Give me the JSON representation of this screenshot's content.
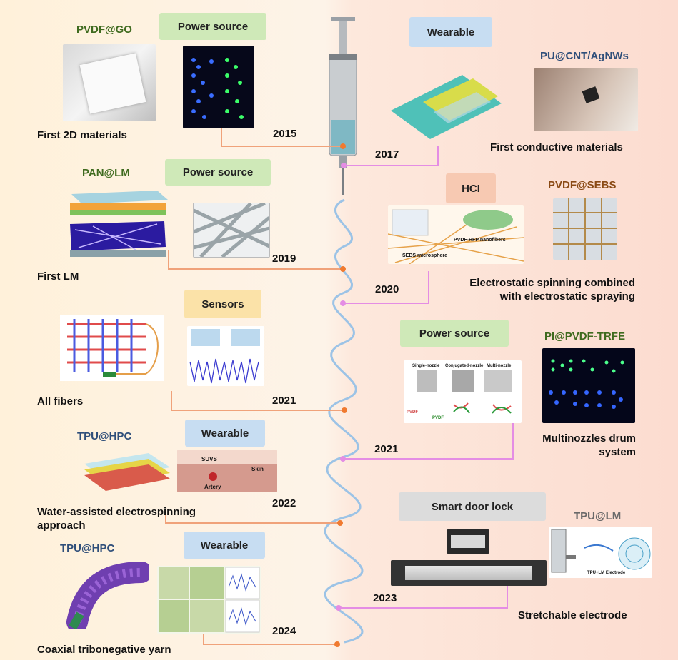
{
  "left": [
    {
      "material": "PVDF@GO",
      "tag": "Power source",
      "caption": "First 2D materials",
      "year": "2015"
    },
    {
      "material": "PAN@LM",
      "tag": "Power source",
      "caption": "First LM",
      "year": "2019"
    },
    {
      "material": "",
      "tag": "Sensors",
      "caption": "All fibers",
      "year": "2021"
    },
    {
      "material": "TPU@HPC",
      "tag": "Wearable",
      "caption": "Water-assisted electrospinning approach",
      "year": "2022",
      "artery": "Artery",
      "suvs": "SUVS",
      "skin": "Skin"
    },
    {
      "material": "TPU@HPC",
      "tag": "Wearable",
      "caption": "Coaxial tribonegative yarn",
      "year": "2024"
    }
  ],
  "right": [
    {
      "material": "PU@CNT/AgNWs",
      "tag": "Wearable",
      "caption": "First conductive materials",
      "year": "2017"
    },
    {
      "material": "PVDF@SEBS",
      "tag": "HCI",
      "caption": "Electrostatic spinning combined with electrostatic spraying",
      "year": "2020",
      "nanofibers": "PVDF-HFP nanofibers",
      "microsphere": "SEBS microsphere"
    },
    {
      "material": "PI@PVDF-TRFE",
      "tag": "Power source",
      "caption": "Multinozzles drum system",
      "year": "2021",
      "nozzles": [
        "Single-nozzle",
        "Conjugated-nozzle",
        "Multi-nozzle"
      ],
      "pvdf": "PVDF",
      "pvdf2": "PVDF"
    },
    {
      "material": "TPU@LM",
      "tag": "Smart door lock",
      "caption": "Stretchable electrode",
      "year": "2023",
      "electrode": "TPU+LM Electrode"
    }
  ],
  "colors": {
    "tag_green": "#cfe9b8",
    "tag_blue": "#c7ddf2",
    "tag_peach": "#f7c9b2",
    "tag_yellow": "#fbe2a8",
    "tag_gray": "#dcdcdc",
    "mat_green": "#3f6b1f",
    "mat_navy": "#2f4f7a",
    "mat_brown": "#8a4a14",
    "mat_gray": "#6a6a6a",
    "connector_orange": "#f0a27a",
    "connector_pink": "#e48de4",
    "helix": "#9cc3e6",
    "dot": "#f07a30"
  }
}
